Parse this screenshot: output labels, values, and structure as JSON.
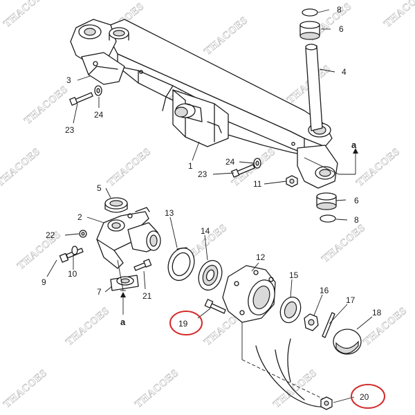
{
  "watermark": {
    "text": "THACOES"
  },
  "callouts": [
    {
      "id": "p1",
      "label": "1"
    },
    {
      "id": "p2",
      "label": "2"
    },
    {
      "id": "p3",
      "label": "3"
    },
    {
      "id": "p4",
      "label": "4"
    },
    {
      "id": "p5",
      "label": "5"
    },
    {
      "id": "p6a",
      "label": "6"
    },
    {
      "id": "p6b",
      "label": "6"
    },
    {
      "id": "p7",
      "label": "7"
    },
    {
      "id": "p8a",
      "label": "8"
    },
    {
      "id": "p8b",
      "label": "8"
    },
    {
      "id": "p9",
      "label": "9"
    },
    {
      "id": "p10",
      "label": "10"
    },
    {
      "id": "p11",
      "label": "11"
    },
    {
      "id": "p12",
      "label": "12"
    },
    {
      "id": "p13",
      "label": "13"
    },
    {
      "id": "p14",
      "label": "14"
    },
    {
      "id": "p15",
      "label": "15"
    },
    {
      "id": "p16",
      "label": "16"
    },
    {
      "id": "p17",
      "label": "17"
    },
    {
      "id": "p18",
      "label": "18"
    },
    {
      "id": "p19",
      "label": "19"
    },
    {
      "id": "p20",
      "label": "20"
    },
    {
      "id": "p21",
      "label": "21"
    },
    {
      "id": "p22",
      "label": "22"
    },
    {
      "id": "p23a",
      "label": "23"
    },
    {
      "id": "p23b",
      "label": "23"
    },
    {
      "id": "p24a",
      "label": "24"
    },
    {
      "id": "p24b",
      "label": "24"
    }
  ],
  "reference_marks": [
    {
      "id": "ref-a-upper",
      "label": "a"
    },
    {
      "id": "ref-a-lower",
      "label": "a"
    }
  ],
  "highlight_color": "#d42a2a"
}
